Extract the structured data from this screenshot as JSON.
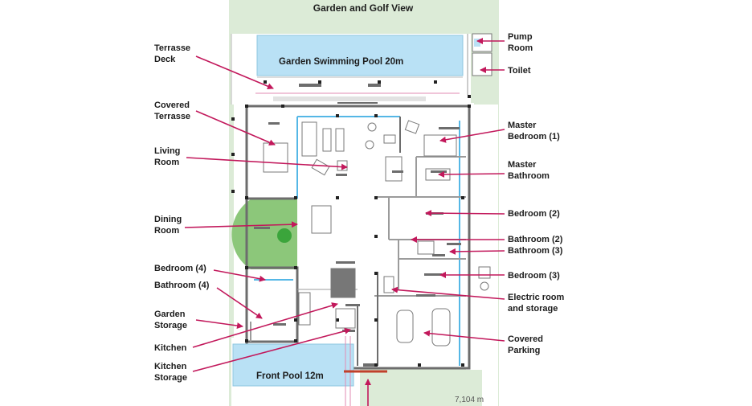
{
  "title": "Garden and Golf View",
  "pools": {
    "garden": "Garden Swimming Pool 20m",
    "front": "Front Pool 12m"
  },
  "labels": {
    "terrasse_deck": "Terrasse\nDeck",
    "covered_terrasse": "Covered\nTerrasse",
    "living_room": "Living\nRoom",
    "dining_room": "Dining\nRoom",
    "bedroom_4": "Bedroom (4)",
    "bathroom_4": "Bathroom (4)",
    "garden_storage": "Garden\nStorage",
    "kitchen": "Kitchen",
    "kitchen_storage": "Kitchen\nStorage",
    "pump_room": "Pump\nRoom",
    "toilet": "Toilet",
    "master_bedroom": "Master\nBedroom (1)",
    "master_bathroom": "Master\nBathroom",
    "bedroom_2": "Bedroom (2)",
    "bathroom_2": "Bathroom (2)",
    "bathroom_3": "Bathroom (3)",
    "bedroom_3": "Bedroom (3)",
    "electric_room": "Electric room\nand storage",
    "covered_parking": "Covered\nParking"
  },
  "dimension": "7,104 m",
  "colors": {
    "arrow": "#c2185b",
    "garden": "#dcebd7",
    "pool": "#b9e1f5",
    "wall": "#6d6d6d",
    "glass": "#55b7e6"
  }
}
